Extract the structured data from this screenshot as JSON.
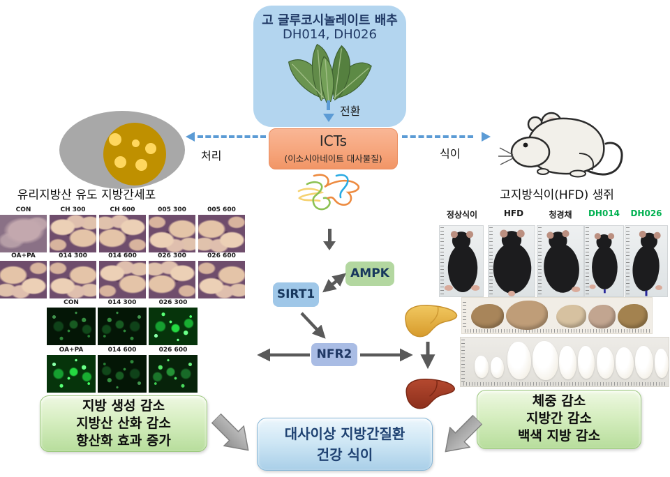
{
  "top_box": {
    "title": "고 글루코시놀레이트 배추",
    "subtitle": "DH014, DH026"
  },
  "labels": {
    "conversion": "전환",
    "treatment": "처리",
    "diet": "식이"
  },
  "icts_box": {
    "title": "ICTs",
    "subtitle": "(이소시아네이트 대사물질)"
  },
  "left_panel": {
    "cell_caption": "유리지방산 유도 지방간세포",
    "micro_row1": [
      "CON",
      "CH 300",
      "CH 600",
      "005 300",
      "005 600"
    ],
    "micro_row2": [
      "OA+PA",
      "014 300",
      "014 600",
      "026 300",
      "026 600"
    ],
    "fluor_row1": [
      "CON",
      "014 300",
      "026 300"
    ],
    "fluor_row2": [
      "OA+PA",
      "014 600",
      "026 600"
    ],
    "result_lines": [
      "지방 생성 감소",
      "지방산 산화 감소",
      "항산화 효과 증가"
    ]
  },
  "pathway": {
    "sirt1": "SIRT1",
    "ampk": "AMPK",
    "nfr2": "NFR2"
  },
  "right_panel": {
    "mouse_caption": "고지방식이(HFD) 생쥐",
    "group_labels": [
      "정상식이",
      "HFD",
      "청경채",
      "DH014",
      "DH026"
    ],
    "result_lines": [
      "체중 감소",
      "지방간 감소",
      "백색 지방 감소"
    ]
  },
  "center_box": {
    "line1": "대사이상 지방간질환",
    "line2": "건강 식이"
  },
  "colors": {
    "accent_arrow_blue": "#5b9bd5",
    "top_box_blue": "#b3d5ef",
    "icts_orange": "#f6a47a",
    "sirt1_blue": "#9fc7e8",
    "ampk_green": "#b3d7a0",
    "nfr2_periwinkle": "#a9bce4",
    "result_green": "#c6e5ab",
    "center_blue": "#cfe7f5",
    "highlight_green": "#00b050",
    "arrow_gray": "#595959",
    "fatty_liver_yellow": "#e9b94e",
    "healthy_liver_red": "#9c3a26"
  }
}
